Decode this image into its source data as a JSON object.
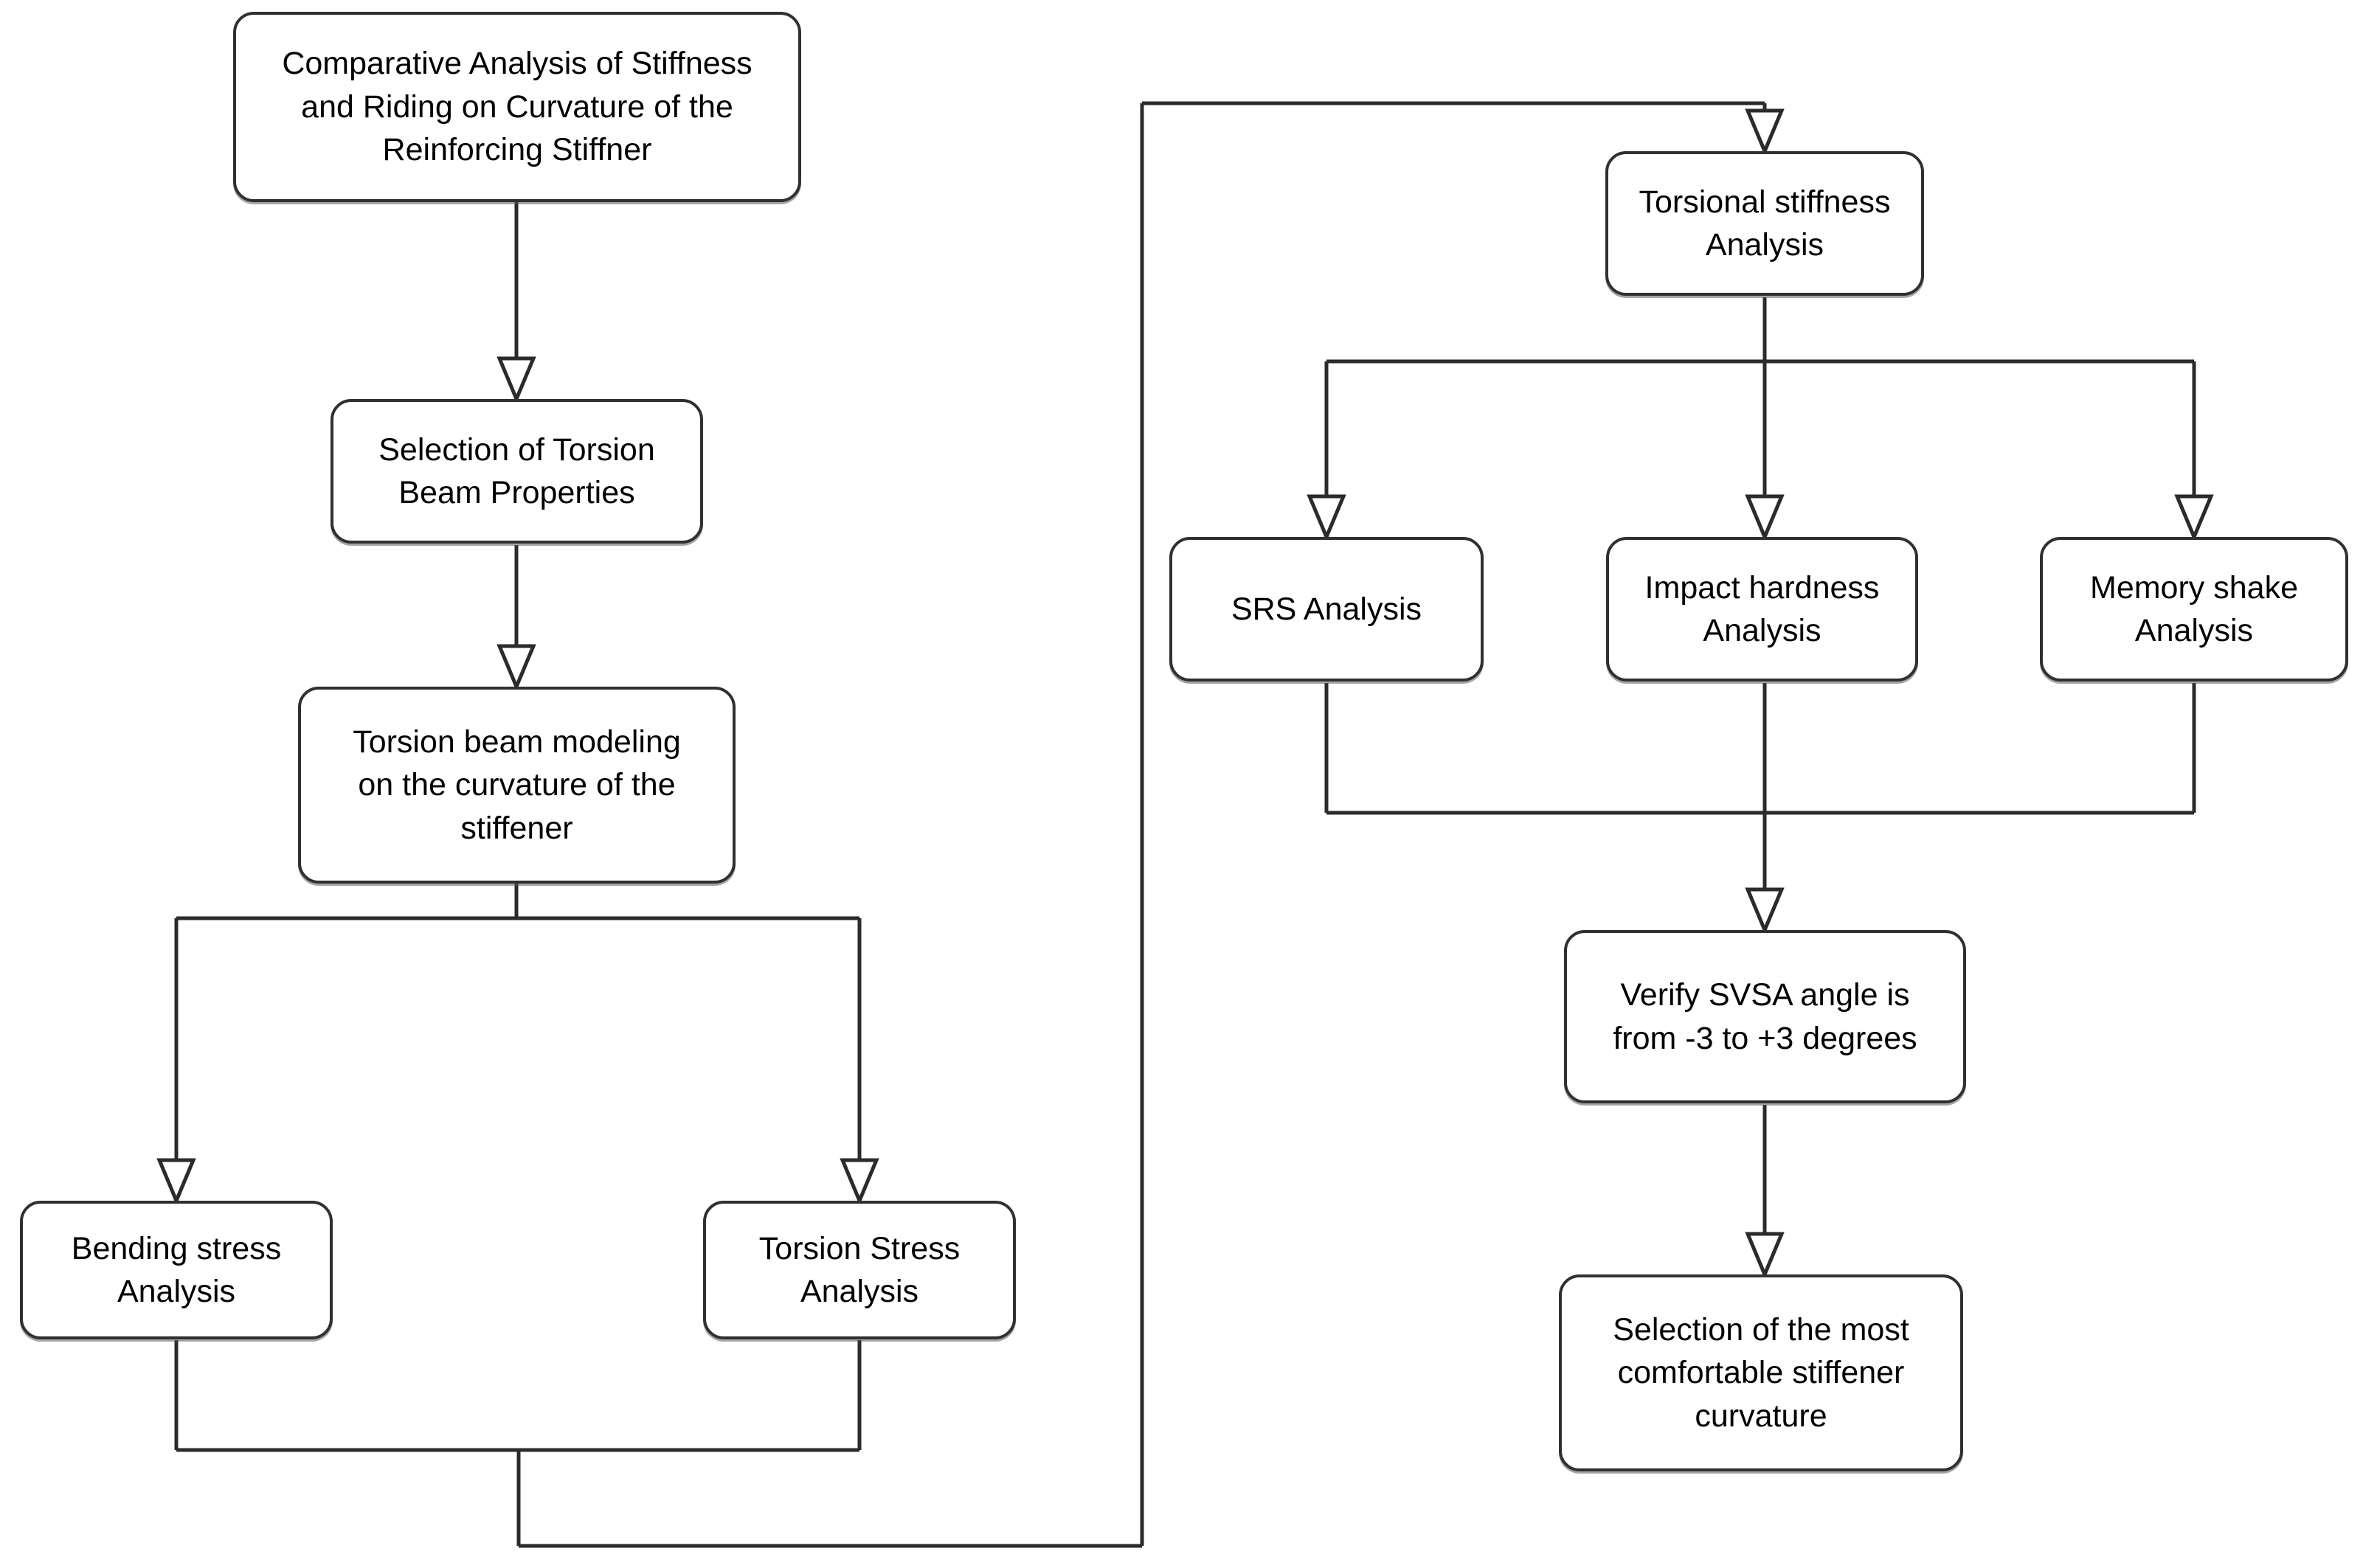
{
  "diagram": {
    "type": "flowchart",
    "colors": {
      "line": "#2b2b2b",
      "box_border": "#303030",
      "box_fill": "#ffffff",
      "text": "#000000",
      "background": "#ffffff"
    },
    "nodes": [
      {
        "id": "comparative",
        "label": "Comparative Analysis of Stiffness\nand Riding on Curvature of the\nReinforcing Stiffner"
      },
      {
        "id": "selection_torsion",
        "label": "Selection of Torsion\nBeam Properties"
      },
      {
        "id": "torsion_modeling",
        "label": "Torsion beam modeling\non the curvature of the\nstiffener"
      },
      {
        "id": "bending_stress",
        "label": "Bending stress\nAnalysis"
      },
      {
        "id": "torsion_stress",
        "label": "Torsion Stress\nAnalysis"
      },
      {
        "id": "torsional_stiffness",
        "label": "Torsional stiffness\nAnalysis"
      },
      {
        "id": "srs",
        "label": "SRS Analysis"
      },
      {
        "id": "impact_hardness",
        "label": "Impact hardness\nAnalysis"
      },
      {
        "id": "memory_shake",
        "label": "Memory shake\nAnalysis"
      },
      {
        "id": "verify_svsa",
        "label": "Verify SVSA angle is\nfrom -3 to +3 degrees"
      },
      {
        "id": "selection_comfort",
        "label": "Selection of the most\ncomfortable stiffener\ncurvature"
      }
    ],
    "edges": [
      {
        "from": "comparative",
        "to": "selection_torsion"
      },
      {
        "from": "selection_torsion",
        "to": "torsion_modeling"
      },
      {
        "from": "torsion_modeling",
        "to": "bending_stress"
      },
      {
        "from": "torsion_modeling",
        "to": "torsion_stress"
      },
      {
        "from": "bending_stress",
        "to": "torsional_stiffness"
      },
      {
        "from": "torsion_stress",
        "to": "torsional_stiffness"
      },
      {
        "from": "torsional_stiffness",
        "to": "srs"
      },
      {
        "from": "torsional_stiffness",
        "to": "impact_hardness"
      },
      {
        "from": "torsional_stiffness",
        "to": "memory_shake"
      },
      {
        "from": "srs",
        "to": "verify_svsa"
      },
      {
        "from": "impact_hardness",
        "to": "verify_svsa"
      },
      {
        "from": "memory_shake",
        "to": "verify_svsa"
      },
      {
        "from": "verify_svsa",
        "to": "selection_comfort"
      }
    ]
  }
}
